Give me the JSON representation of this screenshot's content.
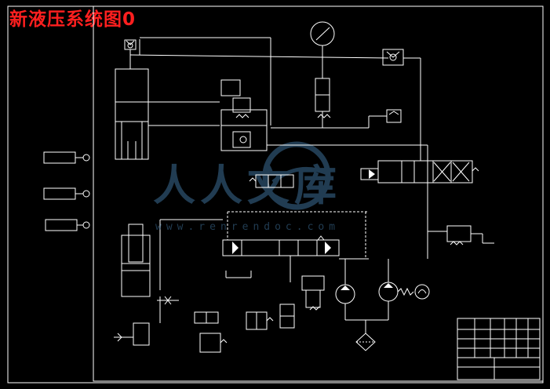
{
  "title": "新液压系统图0",
  "watermark": {
    "logo_text": "人人文库",
    "url_text": "www.renrendoc.com"
  },
  "colors": {
    "title": "#ff1f1f",
    "lines": "#ffffff",
    "background": "#000000",
    "watermark": "#3c6e96"
  }
}
